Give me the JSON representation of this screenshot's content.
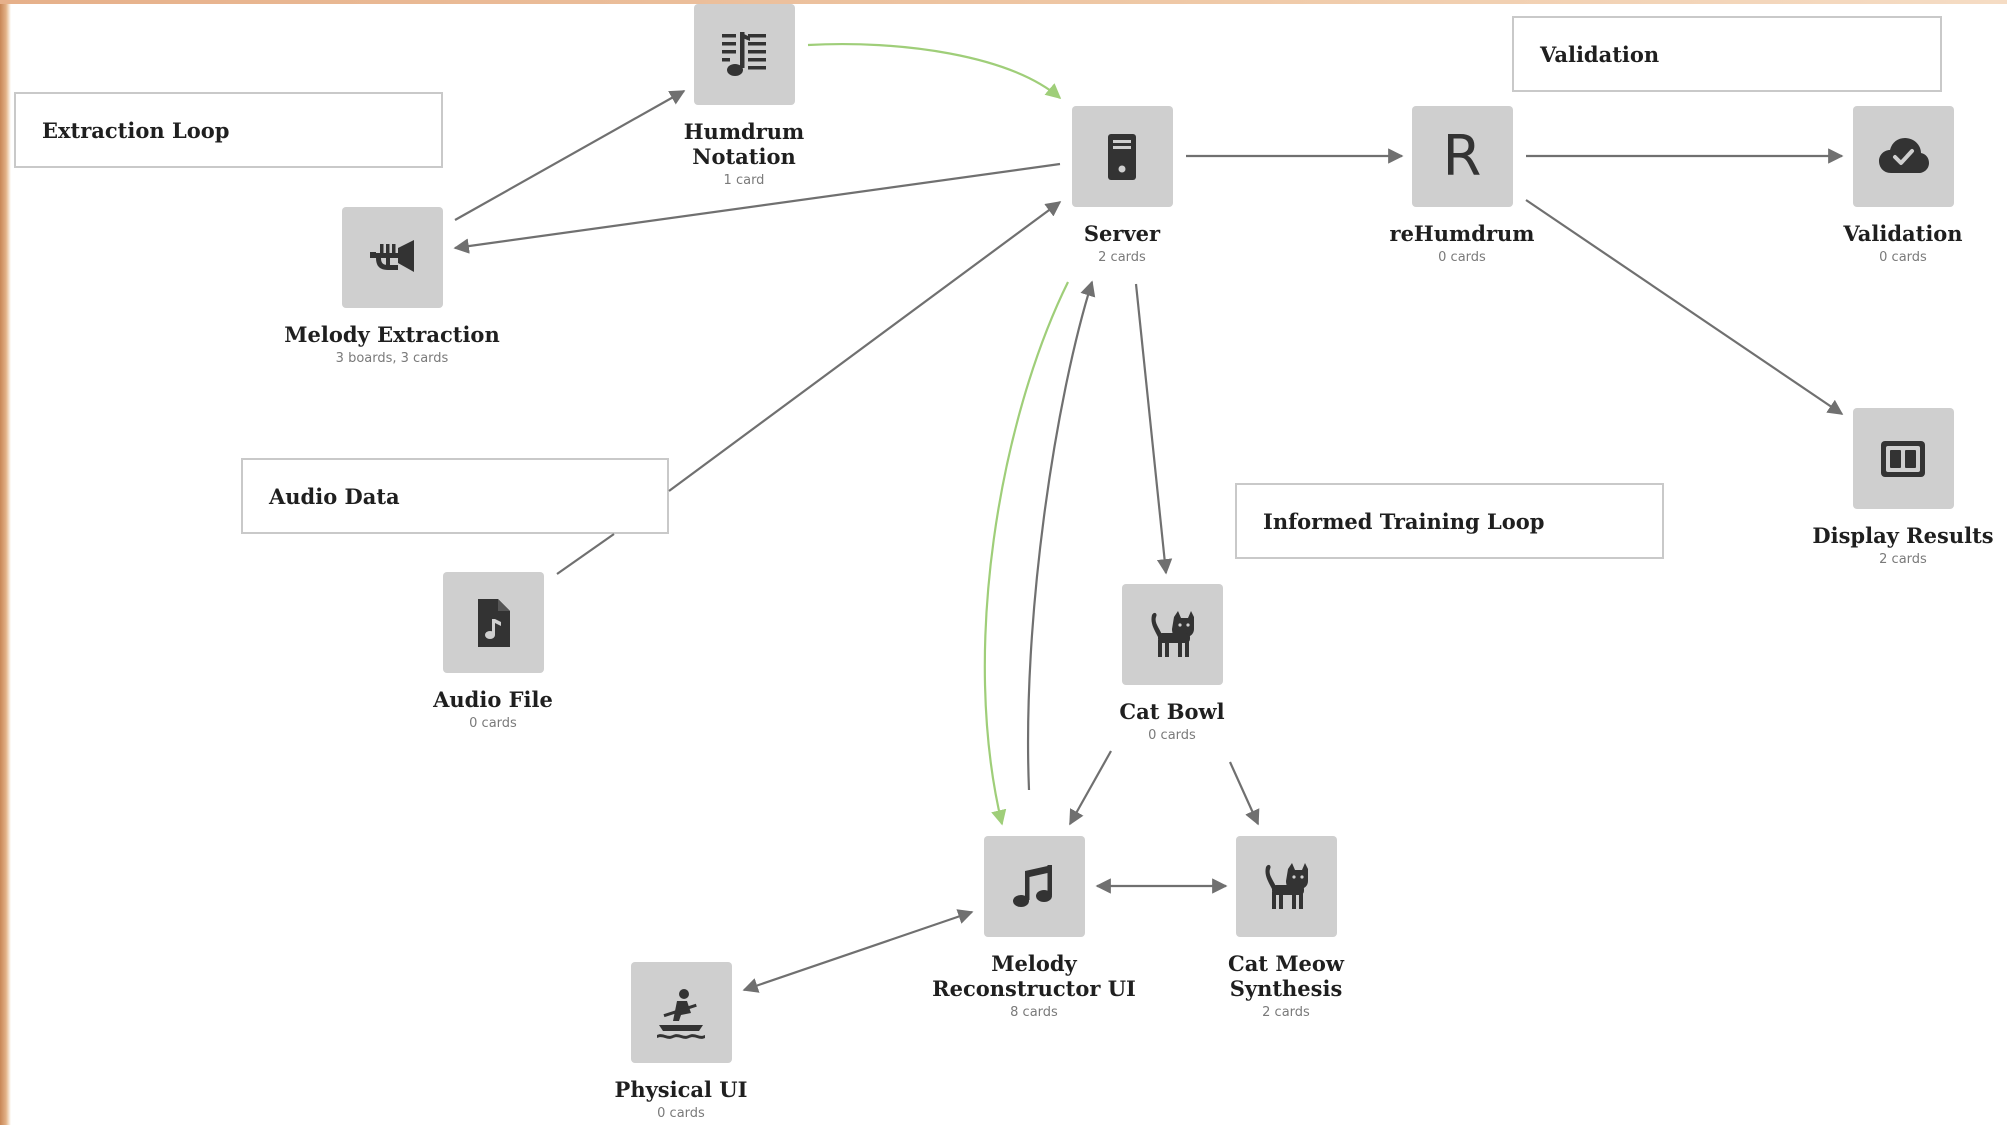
{
  "groups": {
    "extraction_loop": "Extraction Loop",
    "audio_data": "Audio Data",
    "validation": "Validation",
    "informed_training_loop": "Informed Training Loop"
  },
  "nodes": {
    "humdrum_notation": {
      "title": "Humdrum Notation",
      "sub": "1 card",
      "icon": "music-notation-icon"
    },
    "server": {
      "title": "Server",
      "sub": "2 cards",
      "icon": "server-icon"
    },
    "rehumdrum": {
      "title": "reHumdrum",
      "sub": "0 cards",
      "icon": "r-letter-icon",
      "glyph": "R"
    },
    "validation": {
      "title": "Validation",
      "sub": "0 cards",
      "icon": "cloud-check-icon"
    },
    "melody_extraction": {
      "title": "Melody Extraction",
      "sub": "3 boards, 3 cards",
      "icon": "trumpet-icon"
    },
    "display_results": {
      "title": "Display Results",
      "sub": "2 cards",
      "icon": "display-icon"
    },
    "audio_file": {
      "title": "Audio File",
      "sub": "0 cards",
      "icon": "audio-file-icon"
    },
    "cat_bowl": {
      "title": "Cat Bowl",
      "sub": "0 cards",
      "icon": "cat-icon"
    },
    "melody_reconstructor_ui": {
      "title": "Melody\nReconstructor UI",
      "title_line1": "Melody",
      "title_line2": "Reconstructor UI",
      "sub": "8 cards",
      "icon": "music-note-icon"
    },
    "cat_meow_synthesis": {
      "title": "Cat Meow Synthesis",
      "sub": "2 cards",
      "icon": "cat-icon"
    },
    "physical_ui": {
      "title": "Physical UI",
      "sub": "0 cards",
      "icon": "rowing-icon"
    }
  },
  "colors": {
    "tile": "#cfcfcf",
    "icon": "#333333",
    "edge": "#707070",
    "edge_highlight": "#9fce79",
    "group_border": "#c9c9c9"
  }
}
